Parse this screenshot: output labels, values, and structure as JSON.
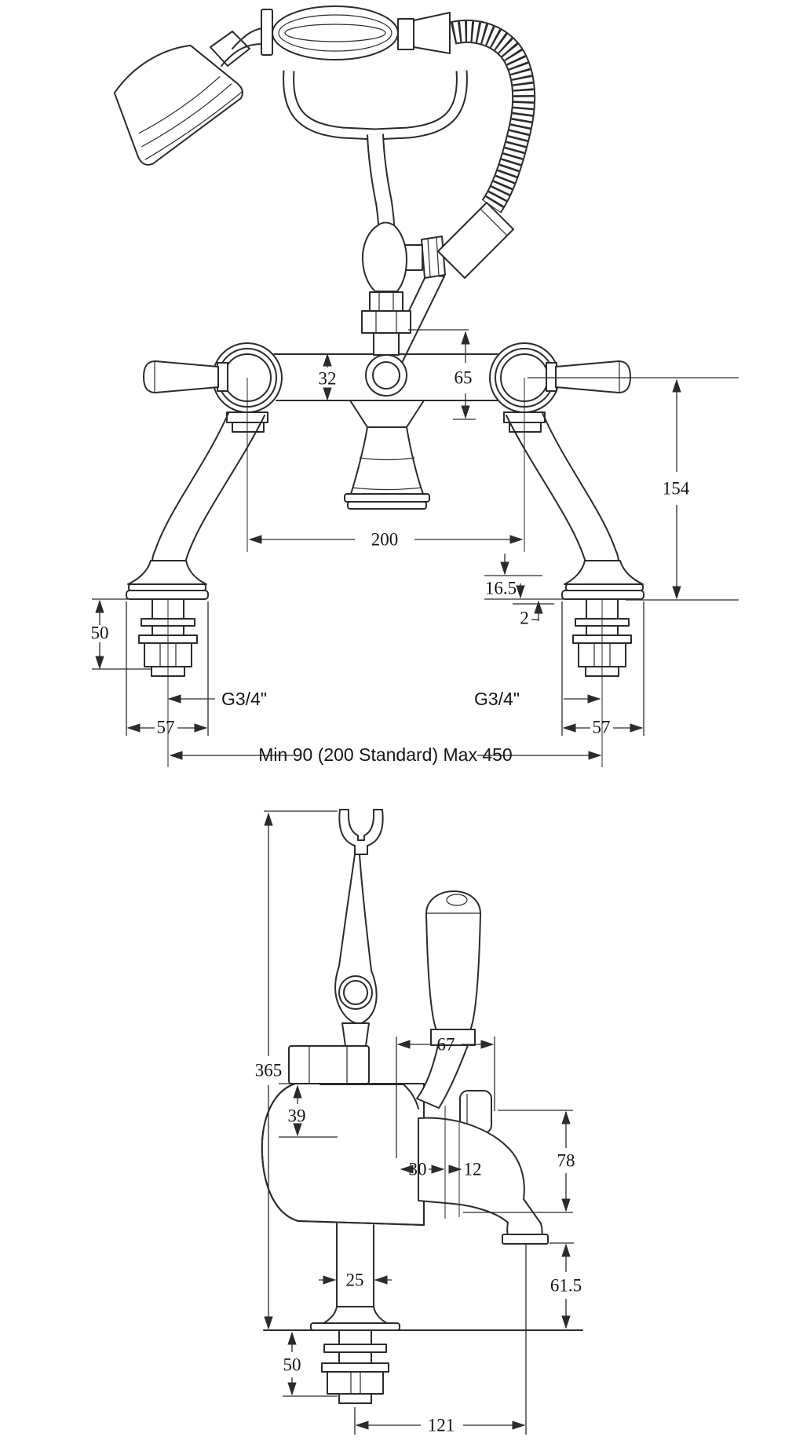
{
  "front": {
    "body_height": "32",
    "hose_connection_height": "65",
    "handle_height": "154",
    "valve_centres": "200",
    "max_deck_thickness": "16.5",
    "washer_thickness": "2",
    "shank_length": "50",
    "thread_left": "G3/4\"",
    "thread_right": "G3/4\"",
    "base_diameter_left": "57",
    "base_diameter_right": "57",
    "centre_distance": "Min 90 (200 Standard) Max 450"
  },
  "side": {
    "overall_height": "365",
    "handle_projection": "67",
    "body_height": "39",
    "spout_offset": "30",
    "spout_wall": "12",
    "spout_drop": "78",
    "column_width": "25",
    "spout_clearance": "61.5",
    "shank_length": "50",
    "spout_reach": "121"
  }
}
